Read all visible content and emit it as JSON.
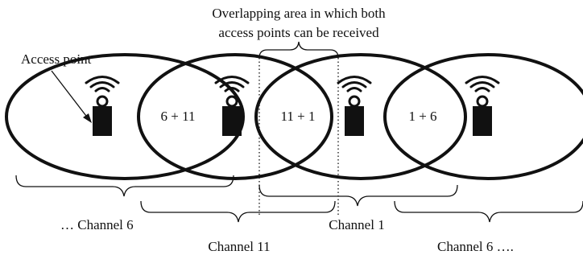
{
  "annotations": {
    "overlap_line1": "Overlapping area in which both",
    "overlap_line2": "access points can be received",
    "access_point": "Access point"
  },
  "overlaps": [
    "6 + 11",
    "11 + 1",
    "1 + 6"
  ],
  "channels": {
    "ch6_left": "…   Channel 6",
    "ch11": "Channel 11",
    "ch1": "Channel 1",
    "ch6_right": "Channel 6   …."
  },
  "icons": {
    "access_point": "access-point-icon"
  }
}
